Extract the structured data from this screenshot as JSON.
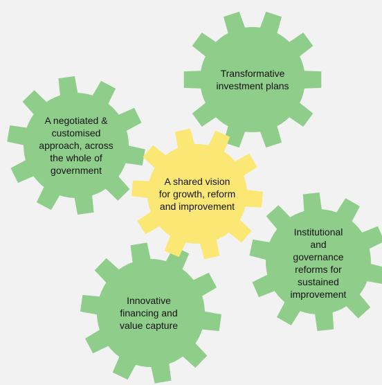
{
  "colors": {
    "background": "#f2f2f2",
    "gear_green": "#8fce8a",
    "gear_yellow": "#fbe773",
    "text": "#111111"
  },
  "gears": [
    {
      "id": "transformative",
      "color": "#8fce8a",
      "lines": [
        "Transformative",
        "investment plans"
      ]
    },
    {
      "id": "negotiated",
      "color": "#8fce8a",
      "lines": [
        "A negotiated &",
        "customised",
        "approach, across",
        "the whole of",
        "government"
      ]
    },
    {
      "id": "shared-vision",
      "color": "#fbe773",
      "lines": [
        "A shared vision",
        "for growth, reform",
        "and improvement"
      ]
    },
    {
      "id": "institutional",
      "color": "#8fce8a",
      "lines": [
        "Institutional",
        "and",
        "governance",
        "reforms for",
        "sustained",
        "improvement"
      ]
    },
    {
      "id": "innovative",
      "color": "#8fce8a",
      "lines": [
        "Innovative",
        "financing and",
        "value capture"
      ]
    }
  ]
}
